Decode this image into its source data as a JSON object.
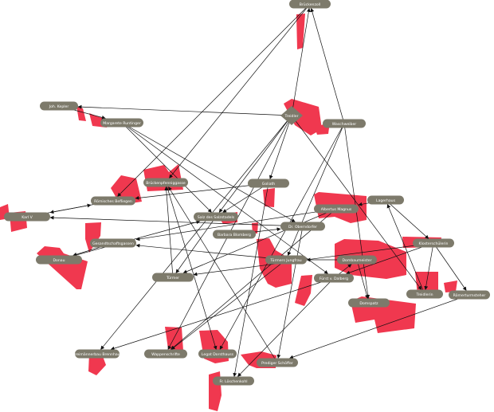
{
  "colors": {
    "building": "#f0384f",
    "node": "#7d7a6b",
    "node_text": "#ffffff",
    "edge": "#111111"
  },
  "nodes": [
    {
      "id": "bruckenzoll",
      "label": "Brückenzoll",
      "shape": "pill"
    },
    {
      "id": "kepler",
      "label": "Joh. Kepler",
      "shape": "pill"
    },
    {
      "id": "margarete",
      "label": "Margarete Runtinger",
      "shape": "pill"
    },
    {
      "id": "treidler",
      "label": "Treidler",
      "shape": "diamond"
    },
    {
      "id": "waschweiber",
      "label": "Waschweiber",
      "shape": "pill"
    },
    {
      "id": "bruckenpfennig",
      "label": "Brückenpfenniggasse",
      "shape": "pill"
    },
    {
      "id": "goliath",
      "label": "Goliath",
      "shape": "pill"
    },
    {
      "id": "lagerhaus",
      "label": "Lagerhaus",
      "shape": "pill"
    },
    {
      "id": "roemisches",
      "label": "Römisches Befliegen",
      "shape": "pill"
    },
    {
      "id": "albertus",
      "label": "Albertus Magnus",
      "shape": "pill"
    },
    {
      "id": "karl",
      "label": "Karl V",
      "shape": "pill"
    },
    {
      "id": "salzstadel",
      "label": "Salz des Salzstadels",
      "shape": "pill"
    },
    {
      "id": "oberndorfer",
      "label": "Dr. Oberndorfer",
      "shape": "pill"
    },
    {
      "id": "barbara",
      "label": "Barbara Blomberg",
      "shape": "pill"
    },
    {
      "id": "gesandtschaft",
      "label": "Gesandtschaftsgassen",
      "shape": "pill"
    },
    {
      "id": "klosterschuelerin",
      "label": "Klosterschülerin",
      "shape": "pill"
    },
    {
      "id": "dombaumeister",
      "label": "Dombaumeister",
      "shape": "pill"
    },
    {
      "id": "donau",
      "label": "Donau",
      "shape": "pill"
    },
    {
      "id": "jungfrau",
      "label": "Türmers Jungfrau",
      "shape": "pill"
    },
    {
      "id": "tuermer",
      "label": "Türmer",
      "shape": "pill"
    },
    {
      "id": "dalberg",
      "label": "Fürst v. Dalberg",
      "shape": "pill"
    },
    {
      "id": "domspatz",
      "label": "Domspatz",
      "shape": "pill"
    },
    {
      "id": "treidlerin",
      "label": "Treidlerin",
      "shape": "pill"
    },
    {
      "id": "roemerturm",
      "label": "Römerturmsteher",
      "shape": "pill"
    },
    {
      "id": "dreistein",
      "label": "Dreimännerbau Brennhaus",
      "shape": "pill"
    },
    {
      "id": "wappenschrifte",
      "label": "Wappenschrifte",
      "shape": "pill"
    },
    {
      "id": "legat",
      "label": "Legat Dorsthauss",
      "shape": "pill"
    },
    {
      "id": "schoeffer",
      "label": "Prediger Schöffer",
      "shape": "pill"
    },
    {
      "id": "loschenkohl",
      "label": "Fr. Löschenkohl",
      "shape": "pill"
    }
  ]
}
